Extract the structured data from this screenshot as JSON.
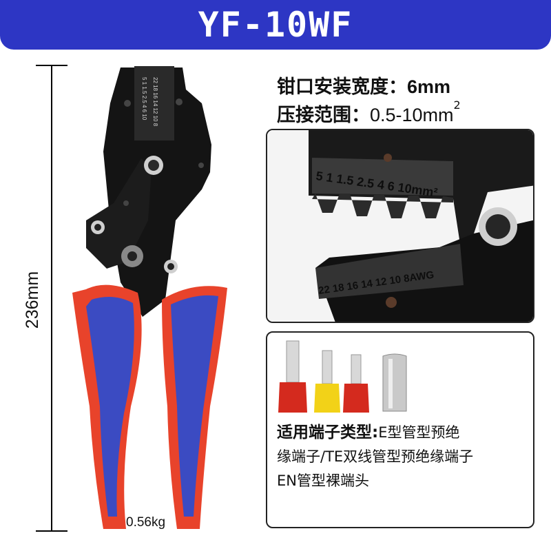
{
  "title": "YF-10WF",
  "dimension": {
    "length": "236mm",
    "weight": "0.56kg"
  },
  "specs": {
    "jaw_width_label": "钳口安装宽度：",
    "jaw_width_value": "6mm",
    "range_label": "压接范围：",
    "range_value": "0.5-10mm",
    "range_sup": "2"
  },
  "die_markings": {
    "upper": [
      "5",
      "1",
      "1.5",
      "2.5",
      "4",
      "6",
      "10mm²"
    ],
    "lower": [
      "22",
      "18",
      "16",
      "14",
      "12",
      "10",
      "8AWG"
    ]
  },
  "terminal_types": {
    "lead": "适用端子类型:",
    "line1_rest": "E型管型预绝",
    "line2": "缘端子/TE双线管型预绝缘端子",
    "line3": "EN管型裸端头"
  },
  "colors": {
    "title_bar": "#2d36c4",
    "handle_blue": "#3b4bc2",
    "handle_red": "#e8432b",
    "tool_body": "#141414",
    "ferrule_red": "#d42a1e",
    "ferrule_yellow": "#f2d218"
  }
}
